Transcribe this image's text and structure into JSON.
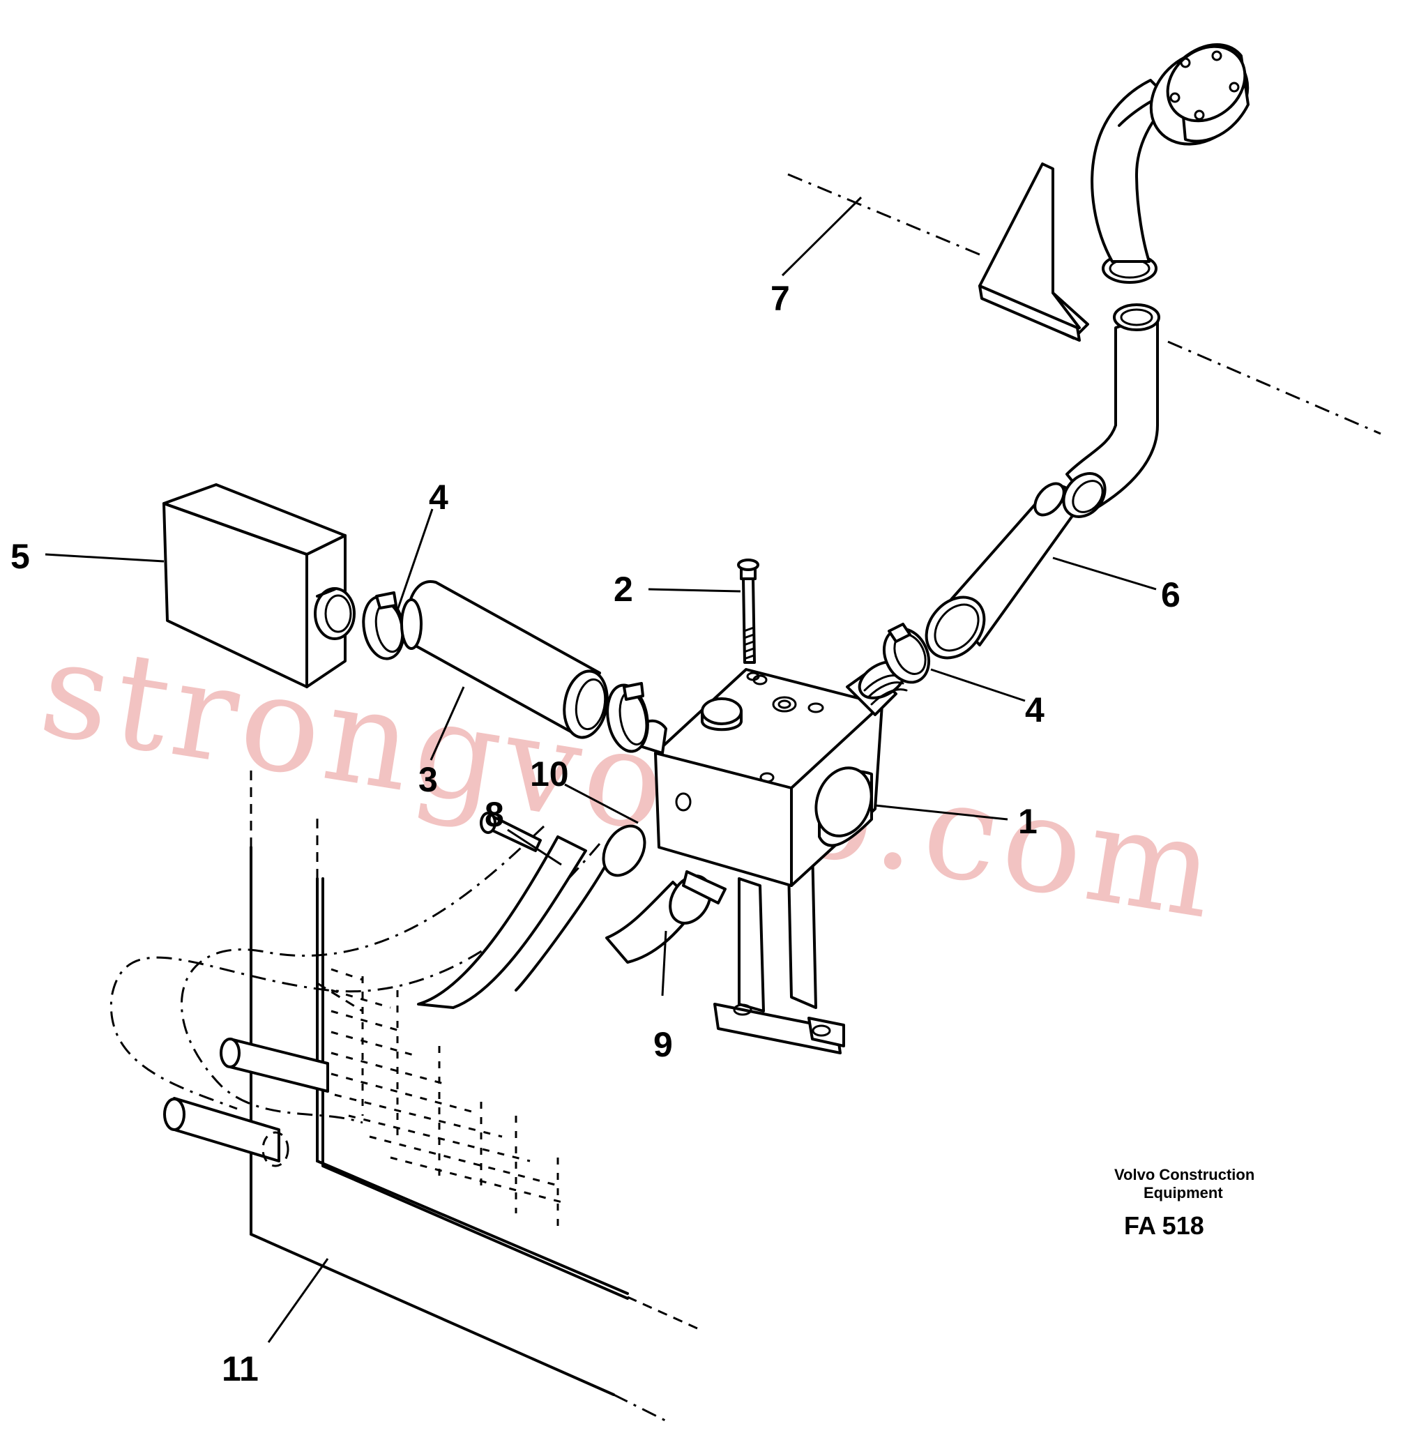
{
  "drawing": {
    "callouts": [
      {
        "id": "c1",
        "label": "1"
      },
      {
        "id": "c2",
        "label": "2"
      },
      {
        "id": "c3",
        "label": "3"
      },
      {
        "id": "c4a",
        "label": "4"
      },
      {
        "id": "c4b",
        "label": "4"
      },
      {
        "id": "c5",
        "label": "5"
      },
      {
        "id": "c6",
        "label": "6"
      },
      {
        "id": "c7",
        "label": "7"
      },
      {
        "id": "c8",
        "label": "8"
      },
      {
        "id": "c9",
        "label": "9"
      },
      {
        "id": "c10",
        "label": "10"
      },
      {
        "id": "c11",
        "label": "11"
      }
    ],
    "credit_line1": "Volvo Construction",
    "credit_line2": "Equipment",
    "figure_code": "FA 518",
    "watermark": "strongvolvo.com"
  }
}
